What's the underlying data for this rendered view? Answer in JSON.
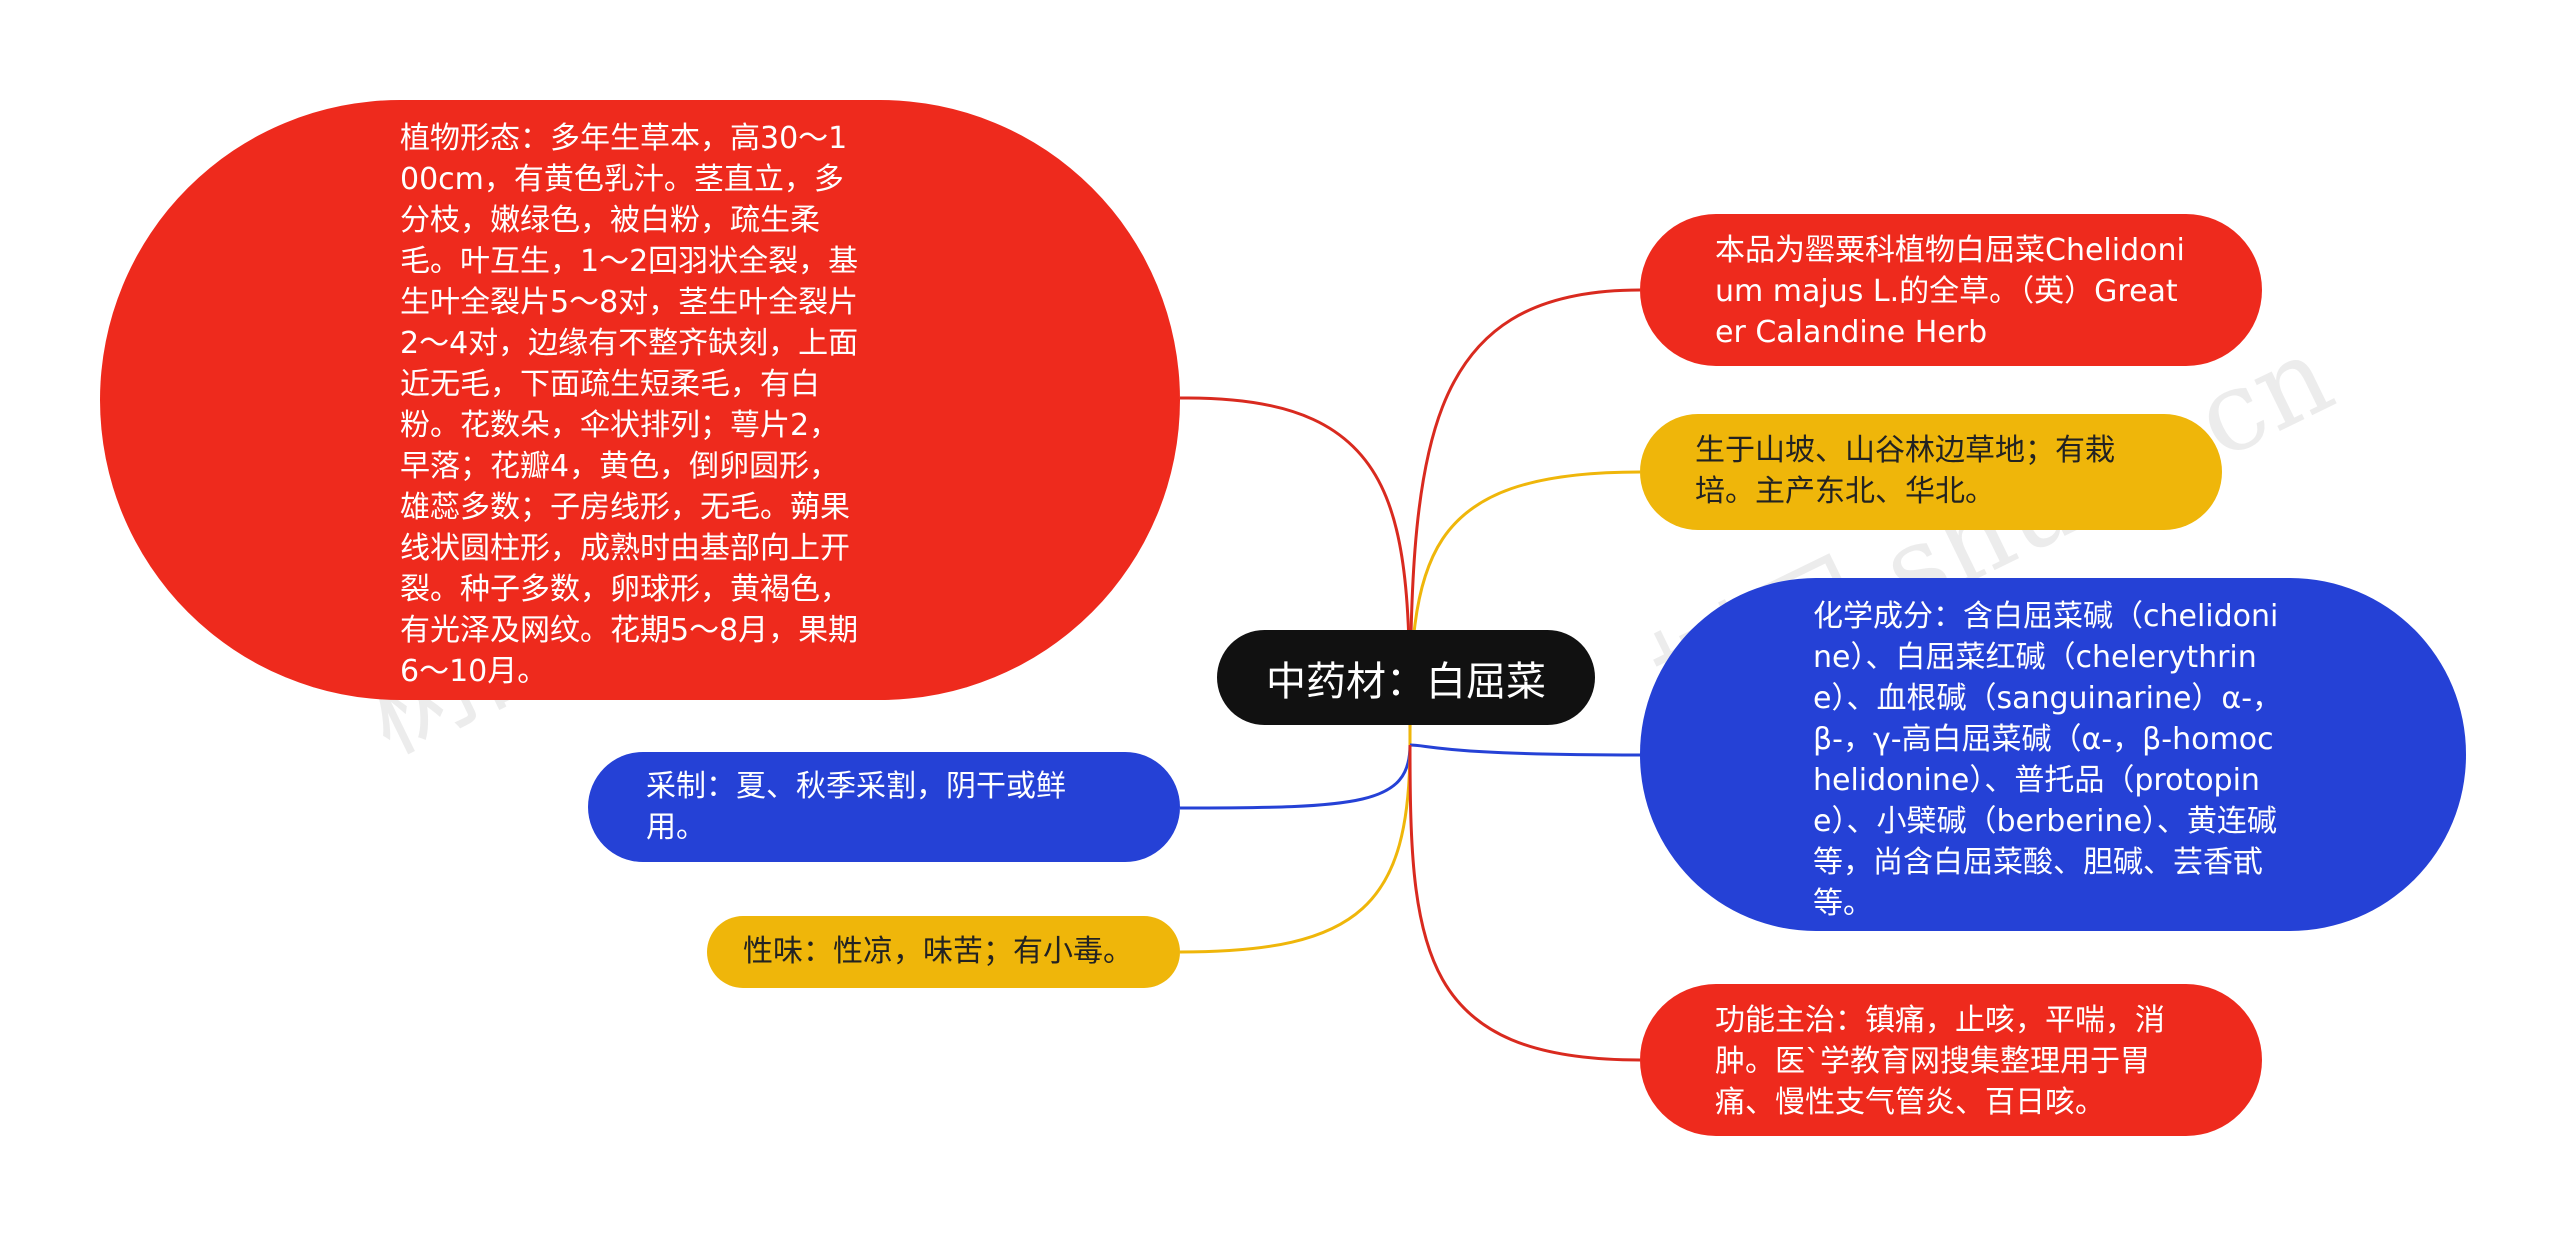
{
  "center": {
    "label": "中药材：白屈菜"
  },
  "watermarks": [
    "树图 shutu.cn",
    "树图 shutu.cn"
  ],
  "colors": {
    "red": "#ee2a1d",
    "blue": "#2541d6",
    "yellow": "#efb60a",
    "center": "#111111"
  },
  "branches": {
    "morphology": "植物形态：多年生草本，高30～100cm，有黄色乳汁。茎直立，多分枝，嫩绿色，被白粉，疏生柔毛。叶互生，1～2回羽状全裂，基生叶全裂片5～8对，茎生叶全裂片2～4对，边缘有不整齐缺刻，上面近无毛，下面疏生短柔毛，有白粉。花数朵，伞状排列；萼片2，早落；花瓣4，黄色，倒卵圆形，雄蕊多数；子房线形，无毛。蒴果线状圆柱形，成熟时由基部向上开裂。种子多数，卵球形，黄褐色，有光泽及网纹。花期5～8月，果期6～10月。",
    "harvest": "采制：夏、秋季采割，阴干或鲜用。",
    "nature": "性味：性凉，味苦；有小毒。",
    "origin": "本品为罂粟科植物白屈菜Chelidonium majus L.的全草。（英）Greater Calandine Herb",
    "habitat": "生于山坡、山谷林边草地；有栽培。主产东北、华北。",
    "chemistry": "化学成分：含白屈菜碱（chelidonine）、白屈菜红碱（chelerythrine）、血根碱（sanguinarine）α-，β-，γ-高白屈菜碱（α-，β-homochelidonine）、普托品（protopine）、小檗碱（berberine）、黄连碱等，尚含白屈菜酸、胆碱、芸香甙等。",
    "function": "功能主治：镇痛，止咳，平喘，消肿。医`学教育网搜集整理用于胃痛、慢性支气管炎、百日咳。"
  }
}
